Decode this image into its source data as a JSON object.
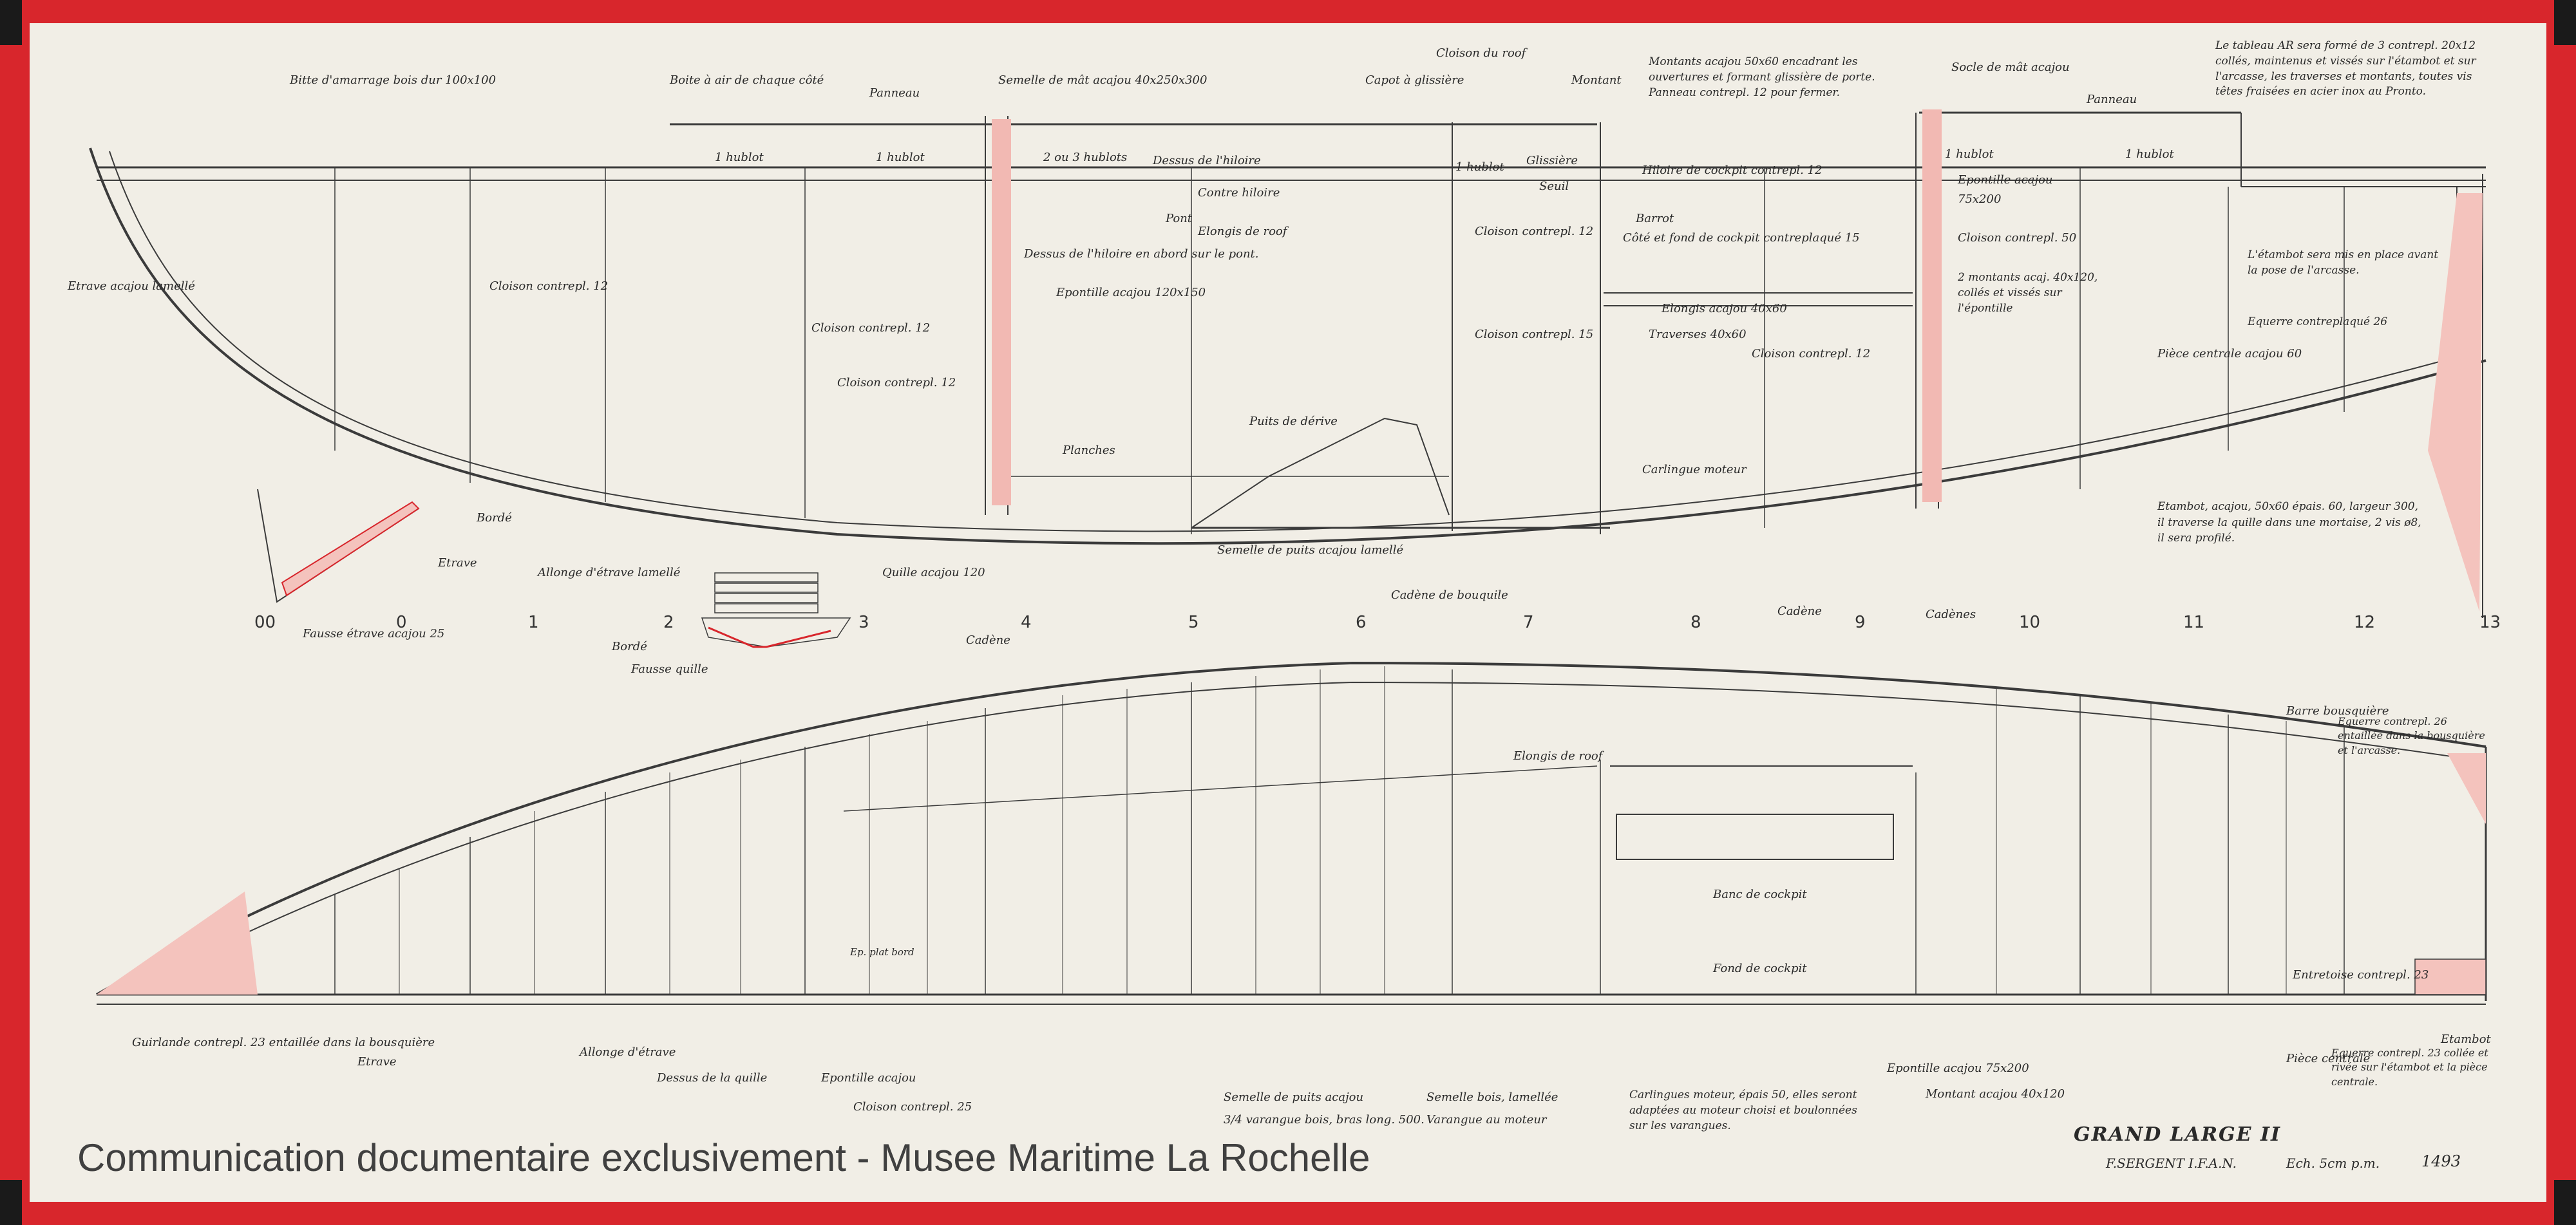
{
  "watermark": "Communication documentaire exclusivement - Musee Maritime La Rochelle",
  "title": {
    "name": "GRAND LARGE II",
    "author": "F.SERGENT I.F.A.N.",
    "scale": "Ech. 5cm p.m.",
    "sheet": "1493"
  },
  "stations": [
    "00",
    "0",
    "1",
    "2",
    "3",
    "4",
    "5",
    "6",
    "7",
    "8",
    "9",
    "10",
    "11",
    "12",
    "13"
  ],
  "labels": {
    "bitte": "Bitte d'amarrage bois dur 100x100",
    "aeration": "Boite à air de chaque côté",
    "panneau1": "Panneau",
    "semelle_mat": "Semelle de mât acajou 40x250x300",
    "capot": "Capot à glissière",
    "cloison_roof": "Cloison du roof",
    "montant": "Montant",
    "montants_note": "Montants acajou 50x60 encadrant les ouvertures et formant glissière de porte. Panneau contrepl. 12 pour fermer.",
    "semelle_mat2": "Socle de mât acajou",
    "panneau2": "Panneau",
    "tableau_note": "Le tableau AR sera formé de 3 contrepl. 20x12 collés, maintenus et vissés sur l'étambot et sur l'arcasse, les traverses et montants, toutes vis têtes fraisées en acier inox au Pronto.",
    "hublot1": "1 hublot",
    "hublot2": "1 hublot",
    "hublots3": "2 ou 3 hublots",
    "hublot4": "1 hublot",
    "hublot5": "1 hublot",
    "hublot6": "1 hublot",
    "dessus_hiloire": "Dessus de l'hiloire",
    "contre_hiloire": "Contre hiloire",
    "pont": "Pont",
    "elongis": "Elongis de roof",
    "dessus_hiloire_bord": "Dessus de l'hiloire en abord sur le pont.",
    "glissiere": "Glissière",
    "seuil": "Seuil",
    "hiloire_cockpit": "Hiloire de cockpit contrepl. 12",
    "epontille_acajou": "Epontille acajou",
    "epontille_dim": "75x200",
    "barrot": "Barrot",
    "cotes_fond": "Côté et fond de cockpit contreplaqué 15",
    "cloison_52": "Cloison contrepl. 12",
    "cloison_a": "Cloison contrepl. 12",
    "cloison_b": "Cloison contrepl. 12",
    "cloison_c": "Cloison contrepl. 15",
    "cloison_d": "Cloison contrepl. 12",
    "cloison_e": "Cloison contrepl. 12",
    "cloison_50": "Cloison contrepl. 50",
    "epontille_mat": "Epontille acajou 120x150",
    "etrave": "Etrave acajou lamellé",
    "montants_acaj": "2 montants acaj. 40x120, collés et vissés sur l'épontille",
    "etambot_place": "L'étambot sera mis en place avant la pose de l'arcasse.",
    "equerre_26": "Equerre contreplaqué 26",
    "piece_centrale": "Pièce centrale acajou 60",
    "longis": "Elongis acajou 40x60",
    "traverses": "Traverses 40x60",
    "puits": "Puits de dérive",
    "planches": "Planches",
    "carlingue": "Carlingue moteur",
    "etambot_desc": "Etambot, acajou, 50x60 épais. 60, largeur 300, il traverse la quille dans une mortaise, 2 vis ø8, il sera profilé.",
    "bordé": "Bordé",
    "etrave_small": "Etrave",
    "fausse_etrave": "Fausse étrave acajou 25",
    "allonge": "Allonge d'étrave lamellé",
    "quille": "Quille acajou 120",
    "borde2": "Bordé",
    "fausse_quille": "Fausse quille",
    "semelle_puits": "Semelle de puits acajou lamellé",
    "cadene_bouquile": "Cadène de bouquile",
    "cadene1": "Cadène",
    "cadene2": "Cadènes",
    "cadene3": "Cadène",
    "barre_bousquiere": "Barre bousquière",
    "equerre_26b": "Equerre contrepl. 26 entaillée dans la bousquière et l'arcasse.",
    "elongis_roof": "Elongis de roof",
    "bancs": "Banc de cockpit",
    "fond_cockpit": "Fond de cockpit",
    "plat_bord": "Ep. plat bord",
    "guirlande": "Guirlande contrepl. 23 entaillée dans la bousquière",
    "etrave_bottom": "Etrave",
    "allonge_b": "Allonge d'étrave",
    "dessus_quille": "Dessus de la quille",
    "epontille_b": "Epontille acajou",
    "cloison_b25": "Cloison contrepl. 25",
    "semelle_b": "Semelle de puits acajou",
    "varangue": "3/4 varangue bois, bras long. 500.",
    "semelle_bois": "Semelle bois, lamellée",
    "varangue_moteur": "Varangue au moteur",
    "carlingues": "Carlingues moteur, épais 50, elles seront adaptées au moteur choisi et boulonnées sur les varangues.",
    "epontille_75": "Epontille acajou 75x200",
    "montant_b": "Montant acajou 40x120",
    "entretoise": "Entretoise contrepl. 23",
    "piece_centrale_b": "Pièce centrale",
    "equerre_b": "Equerre contrepl. 23 collée et rivée sur l'étambot et la pièce centrale.",
    "etambot_b": "Etambot"
  }
}
